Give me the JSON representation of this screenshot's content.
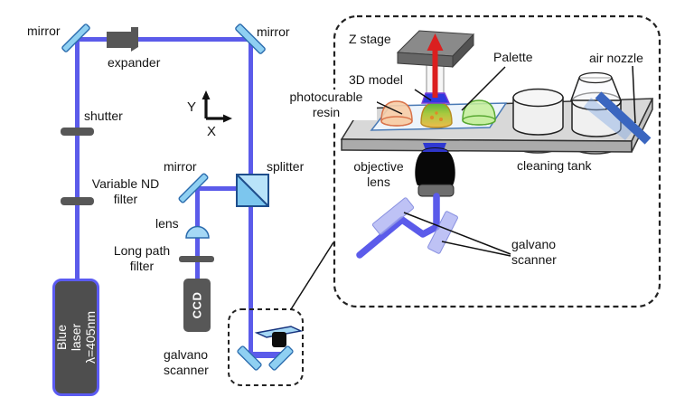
{
  "figure": {
    "description": "Optical setup schematic: blue laser lithography system with magnified inset of fabrication stage"
  },
  "left": {
    "mirror_top_left": "mirror",
    "expander": "expander",
    "mirror_top_right": "mirror",
    "shutter": "shutter",
    "axis_y": "Y",
    "axis_x": "X",
    "nd_filter": [
      "Variable ND",
      "filter"
    ],
    "mirror_mid": "mirror",
    "splitter": "splitter",
    "lens": "lens",
    "long_path_filter": [
      "Long path",
      "filter"
    ],
    "laser": [
      "Blue laser",
      "λ=405nm"
    ],
    "ccd": "CCD",
    "galvano": [
      "galvano",
      "scanner"
    ]
  },
  "inset": {
    "z_stage": "Z stage",
    "model_3d": "3D model",
    "photocurable": [
      "photocurable",
      "resin"
    ],
    "palette": "Palette",
    "air_nozzle": "air nozzle",
    "cleaning_tank": "cleaning tank",
    "objective": [
      "objective",
      "lens"
    ],
    "galvano": [
      "galvano",
      "scanner"
    ]
  },
  "colors": {
    "beam_blue": "#5B5BEA",
    "mirror_fill": "#8FD0F2",
    "mirror_stroke": "#2A6BAD",
    "splitter_fill": "#7CC6EE",
    "splitter_light": "#B9E3F9",
    "dark_component": "#575757",
    "laser_border": "#5B5BF2",
    "red_arrow": "#DB1F1F",
    "platform_gray": "#D8D8D8",
    "palette_fill": "#EDF4FB",
    "resin_orange": "#F7CDA6",
    "resin_green": "#C4EE99",
    "model_yellow": "#EDBC4C",
    "nozzle_blue": "#3A66C0",
    "scan_mirror_lavender": "#A8AEF2"
  }
}
